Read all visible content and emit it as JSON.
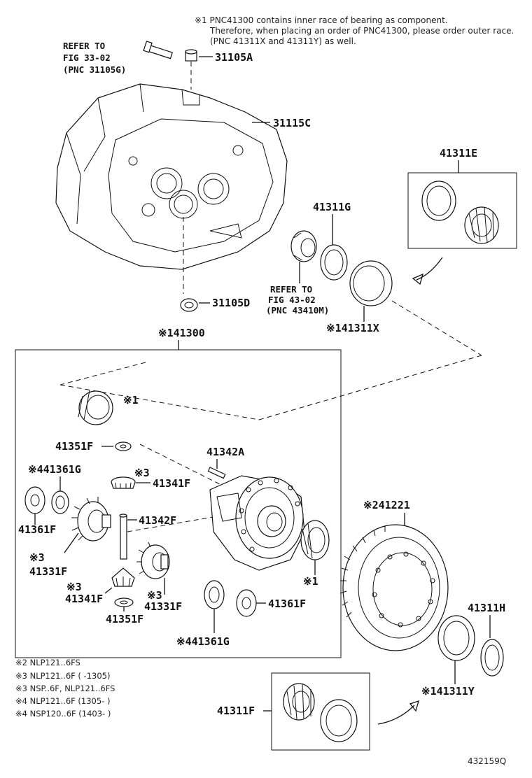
{
  "notes": {
    "line1": "※1 PNC41300 contains inner race of bearing as component.",
    "line2": "Therefore, when placing an order of PNC41300, please order outer race.",
    "line3": "(PNC 41311X and 41311Y) as well."
  },
  "refer_fig33": {
    "l1": "REFER TO",
    "l2": "FIG 33-02",
    "l3": "(PNC 31105G)"
  },
  "refer_fig43": {
    "l1": "REFER TO",
    "l2": "FIG 43-02",
    "l3": "(PNC 43410M)"
  },
  "labels": {
    "p31105A": "31105A",
    "p31115C": "31115C",
    "p31105D": "31105D",
    "p41311E": "41311E",
    "p41311G": "41311G",
    "p41311X": "※141311X",
    "p41300": "※141300",
    "m1a": "※1",
    "m1b": "※1",
    "p41351F_top": "41351F",
    "p41342A": "41342A",
    "p41361G_top": "※441361G",
    "m3_top": "※3",
    "p41341F_top": "41341F",
    "p41342F": "41342F",
    "p41361F_left": "41361F",
    "m3_left": "※3",
    "p41331F_left": "41331F",
    "m3_bl": "※3",
    "p41341F_bot": "41341F",
    "m3_bm": "※3",
    "p41331F_mid": "41331F",
    "p41351F_bot": "41351F",
    "p41361F_right": "41361F",
    "p41361G_bot": "※441361G",
    "p41221": "※241221",
    "p41311H": "41311H",
    "p41311Y": "※141311Y",
    "p41311F_bot": "41311F"
  },
  "footnotes": [
    "※2 NLP121..6FS",
    "※3 NLP121..6F (      -1305)",
    "※3 NSP..6F, NLP121..6FS",
    "※4 NLP121..6F (1305-      )",
    "※4 NSP120..6F (1403-      )"
  ],
  "figure_id": "432159Q"
}
